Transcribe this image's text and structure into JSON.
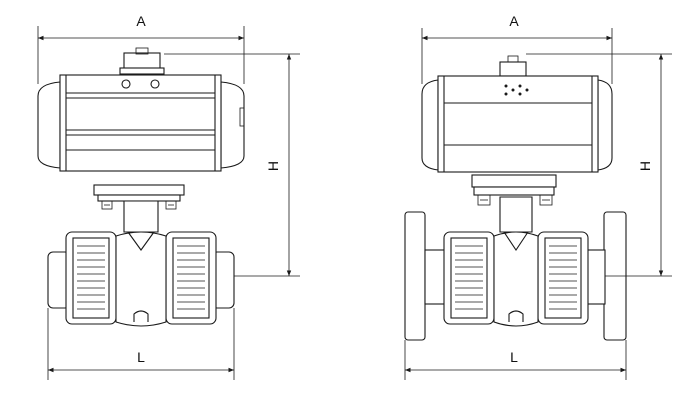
{
  "drawings": [
    {
      "id": "union-end",
      "dimensions": {
        "width_label": "A",
        "height_label": "H",
        "length_label": "L"
      }
    },
    {
      "id": "flanged-end",
      "dimensions": {
        "width_label": "A",
        "height_label": "H",
        "length_label": "L"
      }
    }
  ],
  "colors": {
    "line": "#1a1a1a",
    "background": "#ffffff"
  }
}
